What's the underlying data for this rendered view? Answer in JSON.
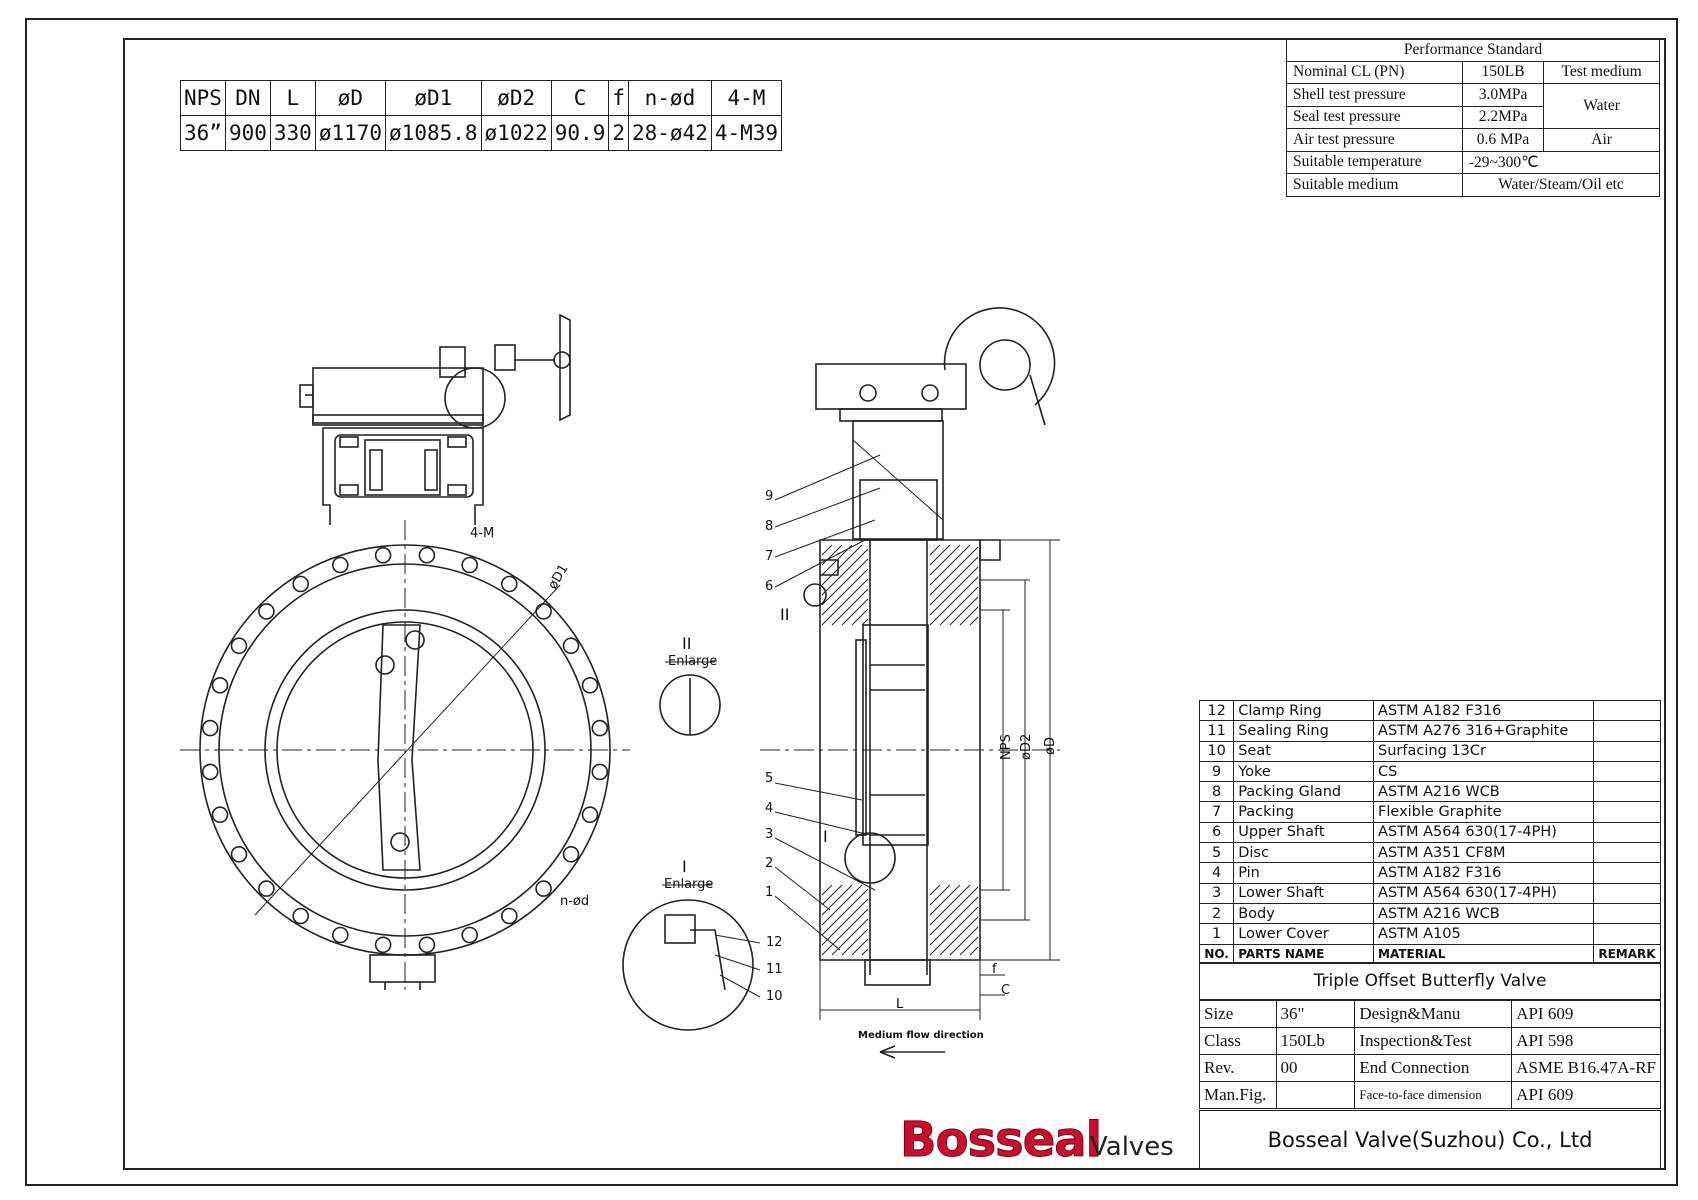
{
  "dimensions": {
    "headers": [
      "NPS",
      "DN",
      "L",
      "øD",
      "øD1",
      "øD2",
      "C",
      "f",
      "n-ød",
      "4-M"
    ],
    "values": [
      "36”",
      "900",
      "330",
      "ø1170",
      "ø1085.8",
      "ø1022",
      "90.9",
      "2",
      "28-ø42",
      "4-M39"
    ]
  },
  "performance": {
    "title": "Performance Standard",
    "rows": [
      {
        "label": "Nominal CL (PN)",
        "value": "150LB",
        "extra": "Test medium"
      },
      {
        "label": "Shell test pressure",
        "value": "3.0MPa",
        "extra": "Water"
      },
      {
        "label": "Seal test pressure",
        "value": "2.2MPa"
      },
      {
        "label": "Air test pressure",
        "value": "0.6   MPa",
        "extra": "Air"
      },
      {
        "label": "Suitable temperature",
        "value": "-29~300℃"
      },
      {
        "label": "Suitable medium",
        "value": "Water/Steam/Oil etc"
      }
    ]
  },
  "parts": {
    "rows": [
      {
        "no": "12",
        "name": "Clamp Ring",
        "material": "ASTM A182 F316"
      },
      {
        "no": "11",
        "name": "Sealing Ring",
        "material": "ASTM A276 316+Graphite"
      },
      {
        "no": "10",
        "name": "Seat",
        "material": "Surfacing 13Cr"
      },
      {
        "no": "9",
        "name": "Yoke",
        "material": "CS"
      },
      {
        "no": "8",
        "name": "Packing Gland",
        "material": "ASTM A216 WCB"
      },
      {
        "no": "7",
        "name": "Packing",
        "material": "Flexible Graphite"
      },
      {
        "no": "6",
        "name": "Upper Shaft",
        "material": "ASTM A564 630(17-4PH)"
      },
      {
        "no": "5",
        "name": "Disc",
        "material": "ASTM A351 CF8M"
      },
      {
        "no": "4",
        "name": "Pin",
        "material": "ASTM A182 F316"
      },
      {
        "no": "3",
        "name": "Lower Shaft",
        "material": "ASTM A564 630(17-4PH)"
      },
      {
        "no": "2",
        "name": "Body",
        "material": "ASTM A216 WCB"
      },
      {
        "no": "1",
        "name": "Lower Cover",
        "material": "ASTM A105"
      }
    ],
    "header": {
      "no": "NO.",
      "name": "PARTS NAME",
      "material": "MATERIAL",
      "remark": "REMARK"
    }
  },
  "product_title": "Triple  Offset  Butterfly  Valve",
  "info": {
    "size_label": "Size",
    "size_value": "36\"",
    "class_label": "Class",
    "class_value": "150Lb",
    "rev_label": "Rev.",
    "rev_value": "00",
    "manfig_label": "Man.Fig.",
    "design_label": "Design&Manu",
    "design_value": "API 609",
    "inspection_label": "Inspection&Test",
    "inspection_value": "API 598",
    "end_label": "End Connection",
    "end_value": "ASME B16.47A-RF",
    "f2f_label": "Face-to-face dimension",
    "f2f_value": "API 609"
  },
  "company": "Bosseal Valve(Suzhou) Co., Ltd",
  "logo": {
    "main": "Bosseal",
    "sub": "Valves"
  },
  "drawing_labels": {
    "m4": "4-M",
    "d1": "øD1",
    "nd": "n-ød",
    "enlarge_ii_numeral": "II",
    "enlarge_ii": "Enlarge",
    "enlarge_i_numeral": "I",
    "enlarge_i": "Enlarge",
    "callouts_left": [
      "9",
      "8",
      "7",
      "6",
      "5",
      "4",
      "3",
      "2",
      "1"
    ],
    "callouts_detail": [
      "12",
      "11",
      "10"
    ],
    "mark_ii": "II",
    "mark_i": "I",
    "dim_nps": "NPS",
    "dim_d2": "øD2",
    "dim_d": "øD",
    "dim_l": "L",
    "dim_f": "f",
    "dim_c": "C",
    "flow": "Medium flow direction"
  }
}
